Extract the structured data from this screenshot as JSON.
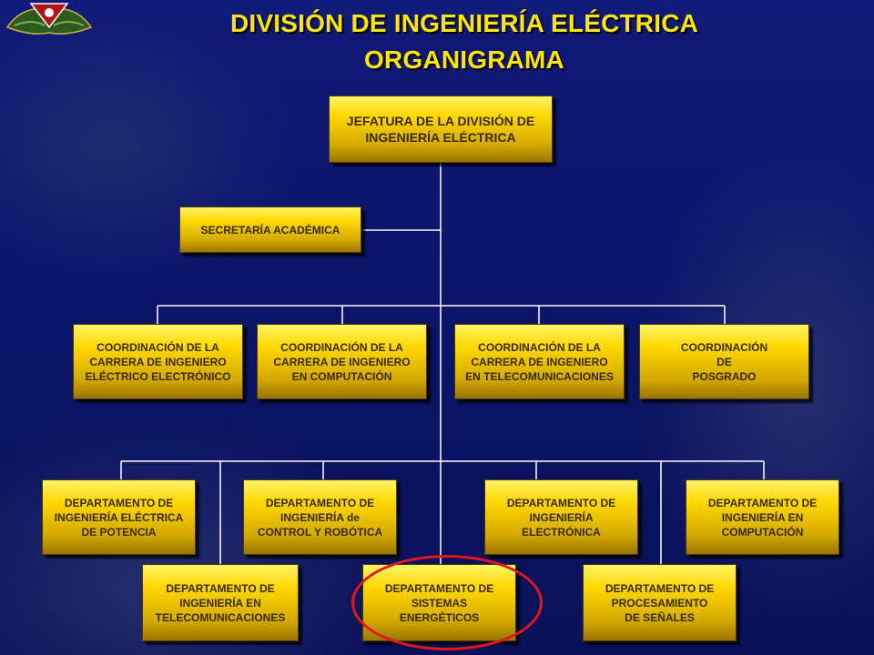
{
  "title": {
    "line1": "DIVISIÓN DE INGENIERÍA ELÉCTRICA",
    "line2": "ORGANIGRAMA"
  },
  "colors": {
    "title": "#ffe600",
    "box_fill": "#ffd800",
    "box_text": "#3a2a00",
    "connector": "#ffffff",
    "highlight": "#e3161b",
    "background": "#0b1468"
  },
  "nodes": {
    "head": "JEFATURA DE LA DIVISIÓN DE\nINGENIERÍA ELÉCTRICA",
    "secretary": "SECRETARÍA ACADÉMICA",
    "coord_electrico": "COORDINACIÓN DE LA\nCARRERA DE INGENIERO\nELÉCTRICO ELECTRÓNICO",
    "coord_computacion": "COORDINACIÓN DE LA\nCARRERA DE INGENIERO\nEN  COMPUTACIÓN",
    "coord_telecom": "COORDINACIÓN DE LA\nCARRERA DE INGENIERO\nEN TELECOMUNICACIONES",
    "coord_posgrado": "COORDINACIÓN\nDE\nPOSGRADO",
    "dept_potencia": "DEPARTAMENTO DE\nINGENIERÍA ELÉCTRICA\nDE POTENCIA",
    "dept_control": "DEPARTAMENTO DE\nINGENIERÍA de\nCONTROL Y ROBÓTICA",
    "dept_electronica": "DEPARTAMENTO DE\nINGENIERÍA\nELECTRÓNICA",
    "dept_computacion": "DEPARTAMENTO DE\nINGENIERÍA EN\nCOMPUTACIÓN",
    "dept_telecom": "DEPARTAMENTO DE\nINGENIERÍA EN\nTELECOMUNICACIONES",
    "dept_sistemas": "DEPARTAMENTO DE\nSISTEMAS\nENERGÉTICOS",
    "dept_senales": "DEPARTAMENTO DE\nPROCESAMIENTO\nDE SEÑALES"
  },
  "highlighted_node": "dept_sistemas"
}
